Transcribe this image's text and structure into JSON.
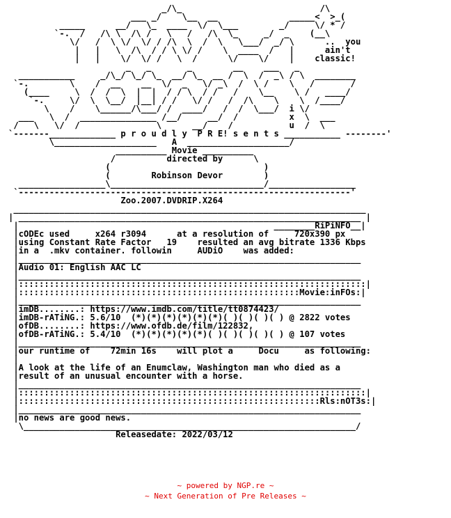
{
  "nfo": {
    "text": "                              _/\\_                           /\\\n                        ___ _/    \\__  __              _____<  >_(\n          _____      __/   \\_  ____  \\/  \\___        _/     \\/ * /\n         `-.  /   /\\ \\  /\\ /   \\   /   /\\  \\_     _/  _    (__\\\n            \\/   /  \\ \\/  \\/ / /\\  \\  /  \\   \\___/  _/ \\      ..  you\n             |   |   \\  /\\  / / \\ \\/ /    \\  ____  /   |      ain't\n             |   |    \\/  \\/ /   \\  /      \\/    \\/    |    classic!\n                       _   _       _        __    ___   _\n  ___________     _/\\_/ \\_/ \\_  __/ \\_  __ /  \\  /  _\\ / \\  ________\n `-.        \\    /  __    __  \\/  _   \\/ _\\  /  \\ /    \\   /       /\n   (____     \\  /  /  \\  |  |  / / \\  / /   /    \\__    \\ /   ____/\n    `-.     \\/  \\  \\__/  |__| / /   \\/ /   /  /\\    \\    \\  /____/\n       \\    /    \\______/\\___/ /  ____/   /  /  \\___/  i \\/\n  ___   \\  /  _______________ /__/     __/  /          x  \\  ___\n /   \\   \\/  /               \\      __/    /           u  /  \\\n`-------_____________ p r o u d l y  P R E! s e n t s ___________ --------'\n        \\____________________   A  ____________________/\n                     __________ Movie __________\n                    /          directed by      \\\n                   (                              )\n                   (        Robinson Devor        )\n  _________________\\______________________________/_________________\n `-----------------------------------------------------------------'\n                      Zoo.2007.DVDRIP.X264\n _____________________________________________________________________\n| ___________________________________________________________________ |\n |                                                  ________RiPiNFO__|\n |cODEc used     x264 r3094      at a resolution of     720x390 px\n |using Constant Rate Factor   19    resulted an avg bitrate 1336 Kbps\n |in a  .mkv container. followin     AUDiO    was added:\n |___________________________________________________________________\n |Audio 01: English AAC LC\n |___________________________________________________________________\n |::::::::::::::::::::::::::::::::::::::::::::::::::::::::::::::::::::|\n |:::::::::::::::::::::::::::::::::::::::::::::::::::::::Movie:inFOs:|\n |___________________________________________________________________\n |imDB........: https://www.imdb.com/title/tt0874423/\n |imDB-rATiNG.: 5.6/10  (*)(*)(*)(*)(*)(*)( )( )( )( ) @ 2822 votes\n |ofDB........: https://www.ofdb.de/film/122832,\n |ofDB-rATiNG.: 5.4/10  (*)(*)(*)(*)(*)( )( )( )( )( ) @ 107 votes\n |___________________________________________________________________\n |our runtime of    72min 16s    will plot a     Docu     as following:\n |\n |A look at the life of an Enumclaw, Washington man who died as a\n |result of an unusual encounter with a horse.\n |___________________________________________________________________\n |::::::::::::::::::::::::::::::::::::::::::::::::::::::::::::::::::::|\n |:::::::::::::::::::::::::::::::::::::::::::::::::::::::::::Rls:nOT3s:|\n |___________________________________________________________________\n |no news are good news.\n  \\_________________________________________________________________/\n                     Releasedate: 2022/03/12"
  },
  "footer": {
    "line1": "~ powered by NGP.re ~",
    "line2": "~ Next Generation of Pre Releases ~",
    "color": "#e00000"
  }
}
